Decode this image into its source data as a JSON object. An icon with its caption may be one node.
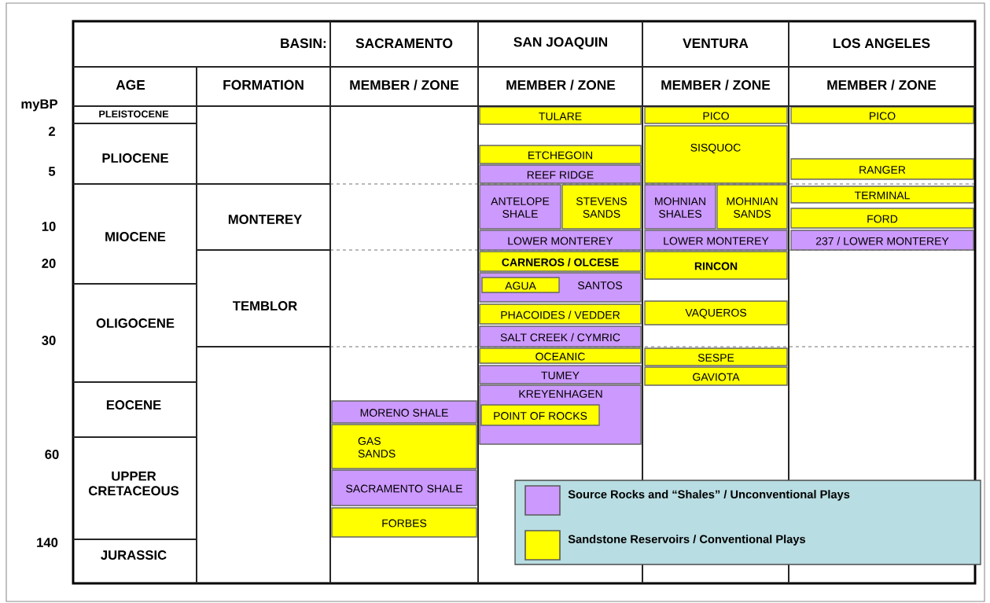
{
  "diagram": {
    "nodes": [
      {
        "text": [
          "MORENO SHALE"
        ]
      },
      {
        "text": [
          "GAS SANDS"
        ]
      },
      {
        "text": [
          "SACRAMENTO SHALE"
        ]
      },
      {
        "text": [
          "FORBES"
        ]
      },
      {
        "text": [
          "TULARE"
        ]
      },
      {
        "text": [
          "ETCHEGOIN"
        ]
      },
      {
        "text": [
          "REEF RIDGE"
        ]
      },
      {
        "text": [
          "ANTELOPE SHALE"
        ]
      },
      {
        "text": [
          "STEVENS SANDS"
        ]
      },
      {
        "text": [
          "LOWER MONTEREY"
        ]
      },
      {
        "text": [
          "CARNEROS / OLCESE"
        ]
      },
      {
        "text": [
          "SANTOS"
        ]
      },
      {
        "text": [
          "AGUA"
        ],
        "in": 11
      },
      {
        "text": [
          "PHACOIDES / VEDDER"
        ]
      },
      {
        "text": [
          "SALT CREEK / CYMRIC"
        ]
      },
      {
        "text": [
          "OCEANIC"
        ]
      },
      {
        "text": [
          "TUMEY"
        ]
      },
      {
        "text": [
          "KREYENHAGEN"
        ]
      },
      {
        "text": [
          "POINT OF ROCKS"
        ],
        "in": 17
      },
      {
        "text": [
          "PICO"
        ]
      },
      {
        "text": [
          "SISQUOC"
        ]
      },
      {
        "text": [
          "MOHNIAN SHALES"
        ]
      },
      {
        "text": [
          "MOHNIAN SANDS"
        ]
      },
      {
        "text": [
          "LOWER MONTEREY"
        ]
      },
      {
        "text": [
          "RINCON"
        ]
      },
      {
        "text": [
          "VAQUEROS"
        ]
      },
      {
        "text": [
          "SESPE"
        ]
      },
      {
        "text": [
          "GAVIOTA"
        ]
      },
      {
        "text": [
          "PICO"
        ]
      },
      {
        "text": [
          "RANGER"
        ]
      },
      {
        "text": [
          "TERMINAL"
        ]
      },
      {
        "text": [
          "FORD"
        ]
      },
      {
        "text": [
          "237 / LOWER MONTEREY"
        ]
      }
    ],
    "labels": [
      "BASIN:",
      "SACRAMENTO",
      "SAN JOAQUIN",
      "VENTURA",
      "LOS ANGELES",
      "AGE",
      "FORMATION",
      "MEMBER / ZONE",
      "MEMBER / ZONE",
      "MEMBER / ZONE",
      "MEMBER / ZONE",
      "myBP",
      "PLEISTOCENE",
      "2",
      "PLIOCENE",
      "5",
      "10",
      "MIOCENE",
      "MONTEREY",
      "20",
      "TEMBLOR",
      "OLIGOCENE",
      "30",
      "EOCENE",
      "60",
      "UPPER CRETACEOUS",
      "140",
      "JURASSIC"
    ],
    "legend": [
      {
        "text": "Source Rocks and “Shales” / Unconventional Plays",
        "color": "#cc99ff"
      },
      {
        "text": "Sandstone Reservoirs / Conventional Plays",
        "color": "#ffff00"
      }
    ]
  }
}
